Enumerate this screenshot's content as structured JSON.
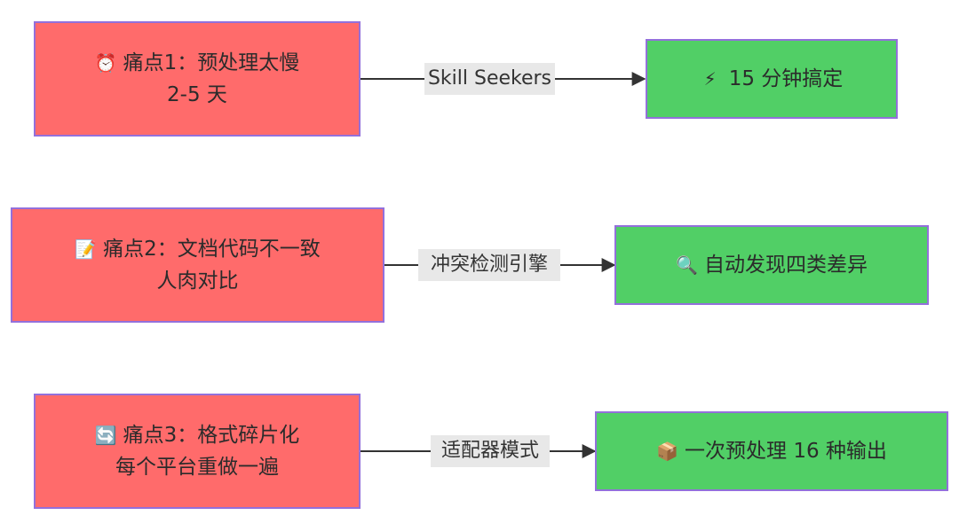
{
  "rows": [
    {
      "pain": {
        "emoji": "⏰",
        "icon_name": "alarm-clock-icon",
        "title": "痛点1：预处理太慢",
        "subtitle": "2-5 天"
      },
      "edge_label": "Skill Seekers",
      "solution": {
        "emoji": "⚡",
        "icon_name": "lightning-icon",
        "title": "15 分钟搞定"
      }
    },
    {
      "pain": {
        "emoji": "📝",
        "icon_name": "memo-icon",
        "title": "痛点2：文档代码不一致",
        "subtitle": "人肉对比"
      },
      "edge_label": "冲突检测引擎",
      "solution": {
        "emoji": "🔍",
        "icon_name": "magnifier-icon",
        "title": "自动发现四类差异"
      }
    },
    {
      "pain": {
        "emoji": "🔄",
        "icon_name": "refresh-icon",
        "title": "痛点3：格式碎片化",
        "subtitle": "每个平台重做一遍"
      },
      "edge_label": "适配器模式",
      "solution": {
        "emoji": "📦",
        "icon_name": "package-icon",
        "title": "一次预处理 16 种输出"
      }
    }
  ],
  "colors": {
    "pain_fill": "#ff6b6b",
    "solution_fill": "#51cf66",
    "node_border": "#9370db",
    "edge_label_bg": "#e8e8e8",
    "edge_line": "#333333"
  }
}
